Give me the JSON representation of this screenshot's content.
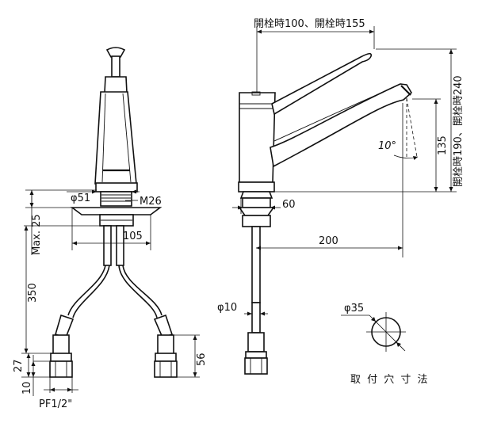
{
  "labels": {
    "top_width": "開栓時100、開栓時155",
    "right_height": "開栓時190、開栓時240",
    "dim_135": "135",
    "angle_10": "10°",
    "dim_60": "60",
    "dim_200": "200",
    "dia_10": "φ10",
    "dia_35": "φ35",
    "hole_caption": "取 付 穴 寸 法",
    "dia_51": "φ51",
    "thread_m26": "M26",
    "max_25": "Max. 25",
    "dim_105": "105",
    "dim_350": "350",
    "dim_27": "27",
    "dim_10_bottom": "10",
    "dim_56": "56",
    "pf_thread": "PF1/2\""
  }
}
